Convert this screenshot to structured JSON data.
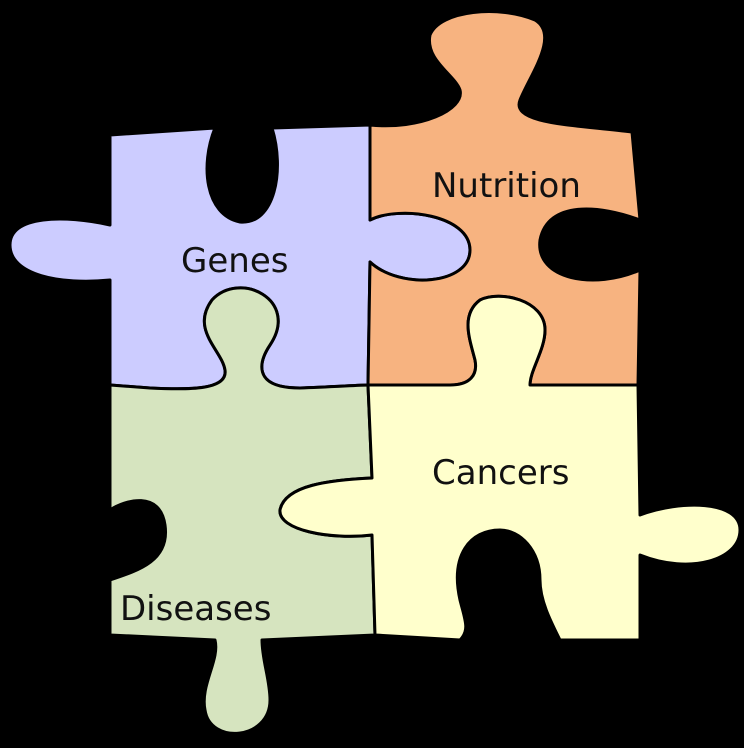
{
  "pieces": [
    {
      "id": "genes",
      "label": "Genes",
      "color": "#ccccff"
    },
    {
      "id": "nutrition",
      "label": "Nutrition",
      "color": "#f7b380"
    },
    {
      "id": "diseases",
      "label": "Diseases",
      "color": "#d6e4bf"
    },
    {
      "id": "cancers",
      "label": "Cancers",
      "color": "#ffffcc"
    }
  ],
  "background": "#000000"
}
